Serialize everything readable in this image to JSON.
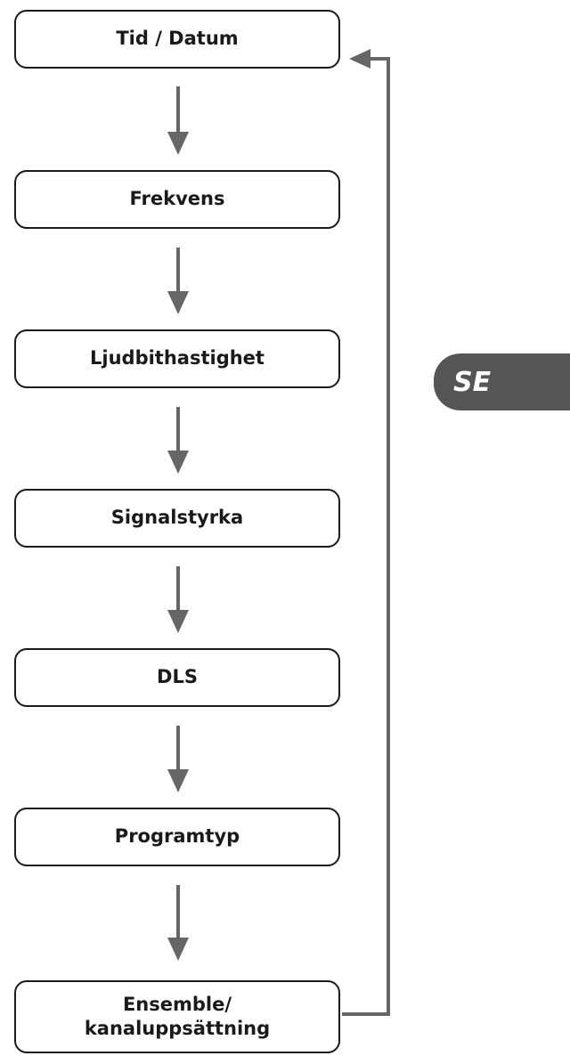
{
  "flow": {
    "steps": [
      "Tid / Datum",
      "Frekvens",
      "Ljudbithastighet",
      "Signalstyrka",
      "DLS",
      "Programtyp",
      "Ensemble/\nkanaluppsättning"
    ]
  },
  "language_tab": {
    "label": "SE",
    "color": "#555555"
  },
  "colors": {
    "arrow": "#666666",
    "border": "#1a1a1a"
  }
}
